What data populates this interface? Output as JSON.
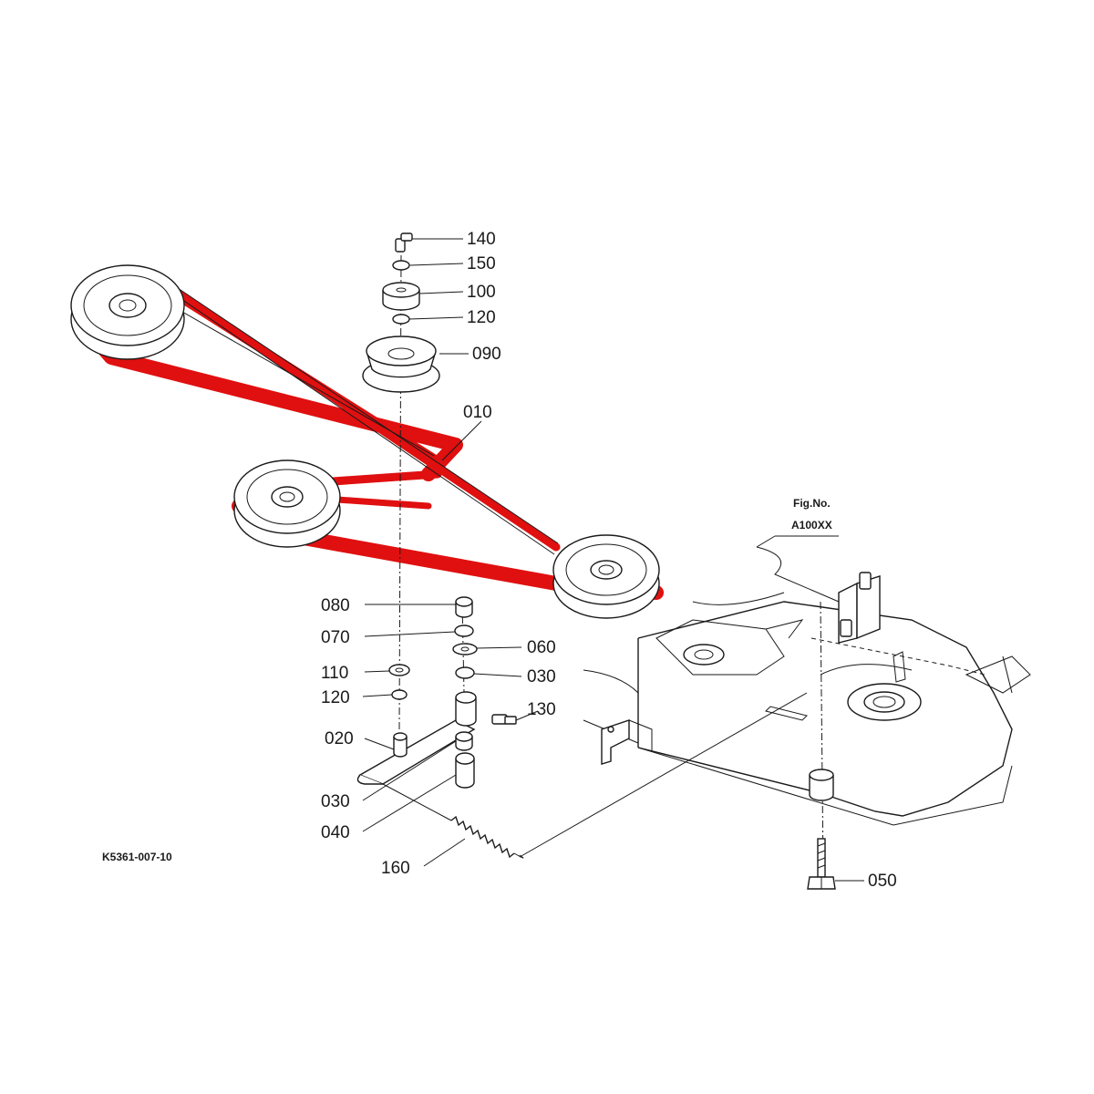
{
  "figure": {
    "code": "K5361-007-10",
    "fig_ref_line1": "Fig.No.",
    "fig_ref_line2": "A100XX"
  },
  "callouts": {
    "c140": "140",
    "c150": "150",
    "c100": "100",
    "c120a": "120",
    "c090": "090",
    "c010": "010",
    "c080": "080",
    "c070": "070",
    "c060": "060",
    "c110": "110",
    "c030a": "030",
    "c120b": "120",
    "c130": "130",
    "c020": "020",
    "c030b": "030",
    "c040": "040",
    "c160": "160",
    "c050": "050"
  },
  "colors": {
    "belt_highlight": "#e01010",
    "line": "#1a1a1a",
    "background": "#ffffff"
  }
}
